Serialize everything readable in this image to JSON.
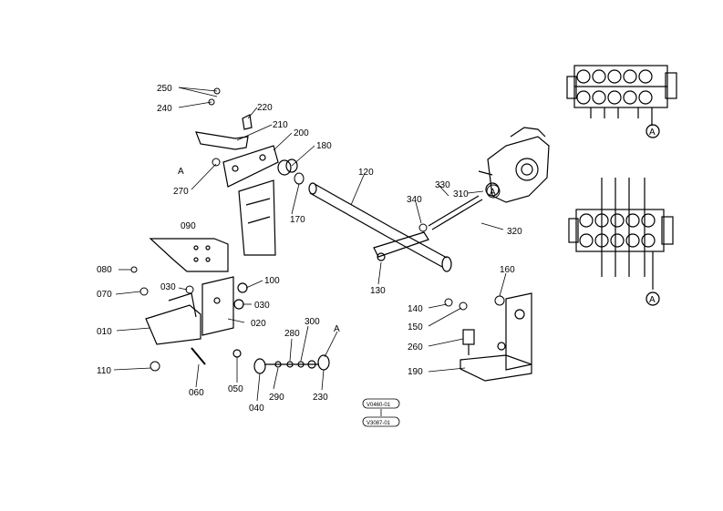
{
  "callouts": {
    "c250": "250",
    "c240": "240",
    "c220": "220",
    "c210": "210",
    "c200": "200",
    "c180": "180",
    "c120": "120",
    "c330": "330",
    "c310": "310",
    "c340": "340",
    "c320": "320",
    "c270": "270",
    "c170": "170",
    "c090": "090",
    "c080": "080",
    "c070": "070",
    "c030a": "030",
    "c100": "100",
    "c030b": "030",
    "c020": "020",
    "c010": "010",
    "c110": "110",
    "c060": "060",
    "c050": "050",
    "c040": "040",
    "c290": "290",
    "c280": "280",
    "c300": "300",
    "c230": "230",
    "c130": "130",
    "c160": "160",
    "c140": "140",
    "c150": "150",
    "c260": "260",
    "c190": "190",
    "refA1": "A",
    "refA2": "A",
    "refA3": "A",
    "refA4": "A",
    "refA5": "A"
  },
  "serials": {
    "top": "V0460-01",
    "bottom": "V3087-01"
  }
}
